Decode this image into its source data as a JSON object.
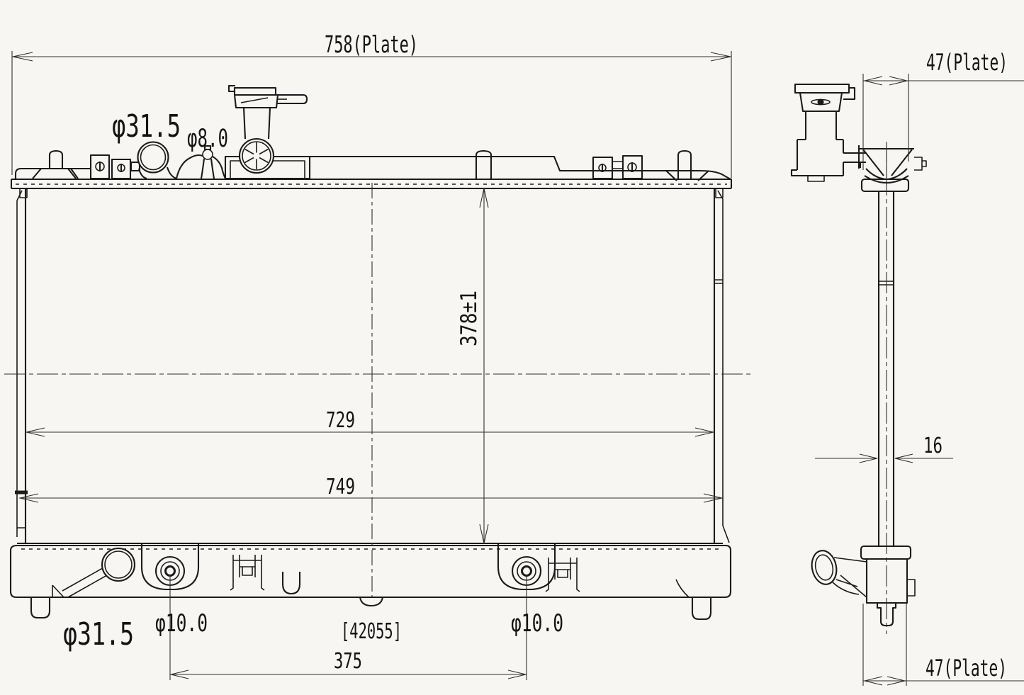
{
  "colors": {
    "background": "#f7f6f3",
    "ink": "#1b1b1b",
    "dim_lines": "#2e2e2e"
  },
  "front_view": {
    "dim_plate_width": "758(Plate)",
    "dim_inlet_diameter": "φ31.5",
    "dim_overflow_diameter": "φ8.0",
    "dim_core_height": "378±1",
    "dim_core_width": "729",
    "dim_overall_width": "749",
    "dim_outlet_diameter": "φ31.5",
    "dim_mount_hole_left": "φ10.0",
    "part_code": "[42055]",
    "dim_mount_hole_right": "φ10.0",
    "dim_mount_pitch": "375"
  },
  "side_view": {
    "dim_plate_depth_top": "47(Plate)",
    "dim_core_thickness": "16",
    "dim_plate_depth_bottom": "47(Plate)"
  }
}
